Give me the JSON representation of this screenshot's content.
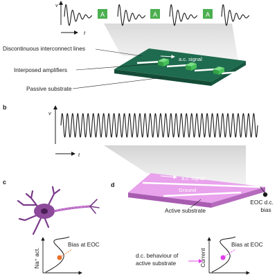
{
  "panels": {
    "b": "b",
    "c": "c",
    "d": "d"
  },
  "top_axes": {
    "y": "v",
    "x": "t"
  },
  "amp_symbol": "A",
  "panel_a": {
    "label_lines": "Discontinuous interconnect lines",
    "label_amps": "Interposed amplifiers",
    "label_substrate": "Passive substrate",
    "signal": "a.c. signal"
  },
  "panel_b": {
    "y": "v",
    "x": "t"
  },
  "panel_d": {
    "signal": "a.c. signal",
    "ground": "Ground",
    "active_substrate": "Active substrate",
    "eoc_line1": "EOC d.c.",
    "eoc_line2": "bias"
  },
  "panel_c": {
    "ylabel": "Na⁺ act.",
    "bias": "Bias at EOC"
  },
  "panel_d_plot": {
    "ylabel": "Current",
    "bias": "Bias at EOC",
    "dc_line1": "d.c. behaviour of",
    "dc_line2": "active substrate"
  },
  "colors": {
    "board": "#1f6b4f",
    "amp": "#46c35a",
    "amp_box": "#4caf50",
    "active": "#e9a2ec",
    "neuron": "#7a3a8a",
    "bias_c": "#e8702a",
    "bias_d": "#e040e8"
  }
}
